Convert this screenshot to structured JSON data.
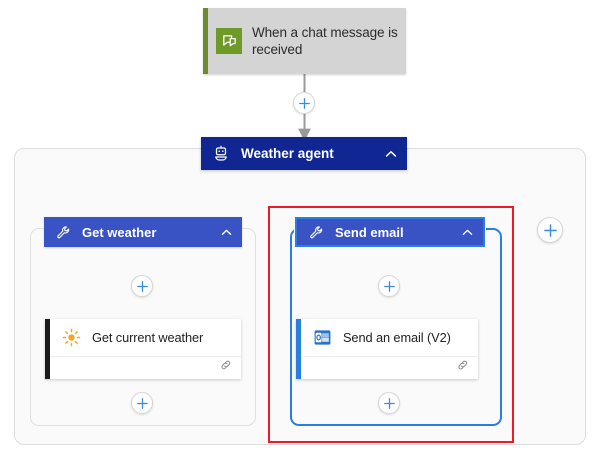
{
  "canvas": {
    "background": "#ffffff",
    "accent_blue": "#3a53c4",
    "agent_blue": "#102693",
    "selection_red": "#ec1c24",
    "selection_blue": "#2a7de1",
    "teams_green": "#6e9b27",
    "sun_orange": "#f2a33c",
    "outlook_blue": "#2a73cc"
  },
  "trigger": {
    "label": "When a chat message is received",
    "icon": "teams-chat-icon",
    "accent": "#6d8a2f"
  },
  "agent": {
    "label": "Weather agent",
    "icon": "agent-robot-icon",
    "collapse_icon": "chevron-up-icon"
  },
  "branches": [
    {
      "label": "Get weather",
      "icon": "wrench-icon",
      "collapse_icon": "chevron-up-icon",
      "selected": false,
      "action": {
        "label": "Get current weather",
        "icon": "sun-icon",
        "footer_icon": "connection-link-icon"
      }
    },
    {
      "label": "Send email",
      "icon": "wrench-icon",
      "collapse_icon": "chevron-up-icon",
      "selected": true,
      "action": {
        "label": "Send an email (V2)",
        "icon": "outlook-icon",
        "footer_icon": "connection-link-icon"
      }
    }
  ],
  "add_buttons": [
    {
      "name": "add-step-after-trigger",
      "icon": "plus-icon"
    },
    {
      "name": "add-step-in-get-weather-top",
      "icon": "plus-icon"
    },
    {
      "name": "add-step-in-get-weather-bottom",
      "icon": "plus-icon"
    },
    {
      "name": "add-step-in-send-email-top",
      "icon": "plus-icon"
    },
    {
      "name": "add-step-in-send-email-bottom",
      "icon": "plus-icon"
    },
    {
      "name": "add-branch-to-agent",
      "icon": "plus-icon"
    }
  ]
}
